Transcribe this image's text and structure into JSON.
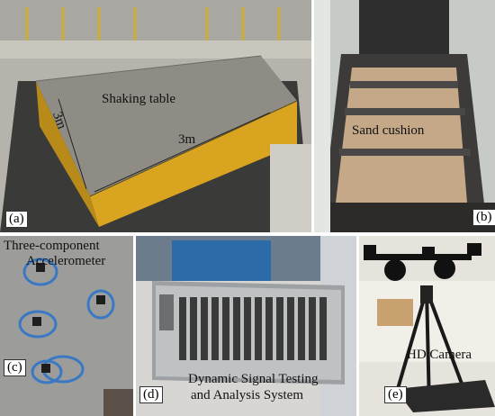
{
  "panels": {
    "a": {
      "label": "(a)",
      "title": "Shaking table",
      "dim1": "3m",
      "dim2": "3m"
    },
    "b": {
      "label": "(b)",
      "title": "Sand cushion"
    },
    "c": {
      "label": "(c)",
      "title_line1": "Three-component",
      "title_line2": "Accelerometer"
    },
    "d": {
      "label": "(d)",
      "title_line1": "Dynamic Signal Testing",
      "title_line2": "and Analysis System"
    },
    "e": {
      "label": "(e)",
      "title": "HD Camera"
    }
  }
}
